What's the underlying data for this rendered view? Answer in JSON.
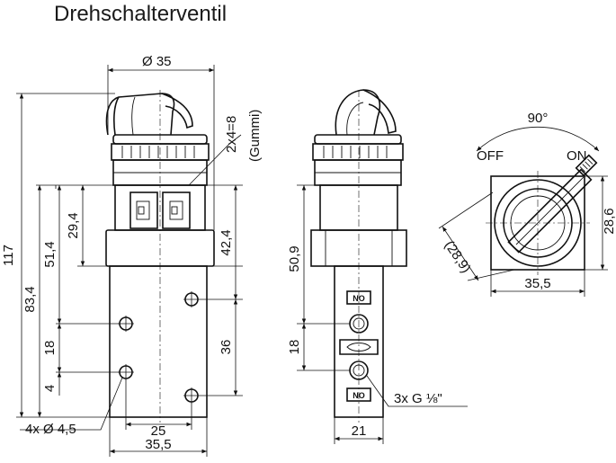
{
  "title": "Drehschalterventil",
  "front_view": {
    "dia_top": "Ø 35",
    "dim_117": "117",
    "dim_83_4": "83,4",
    "dim_51_4": "51,4",
    "dim_29_4": "29,4",
    "dim_18": "18",
    "dim_4": "4",
    "dim_42_4": "42,4",
    "dim_36": "36",
    "dim_25": "25",
    "dim_35_5": "35,5",
    "holes_note": "4x Ø 4,5",
    "rubber_note_1": "2x4=8",
    "rubber_note_2": "(Gummi)"
  },
  "side_view": {
    "dim_50_9": "50,9",
    "dim_18": "18",
    "dim_21": "21",
    "badge_top": "NO",
    "badge_bottom": "NO",
    "port_note": "3x G ⅛\""
  },
  "top_view": {
    "angle": "90°",
    "off": "OFF",
    "on": "ON",
    "dim_28_9": "(28,9)",
    "dim_28_6": "28,6",
    "dim_35_5": "35,5"
  }
}
